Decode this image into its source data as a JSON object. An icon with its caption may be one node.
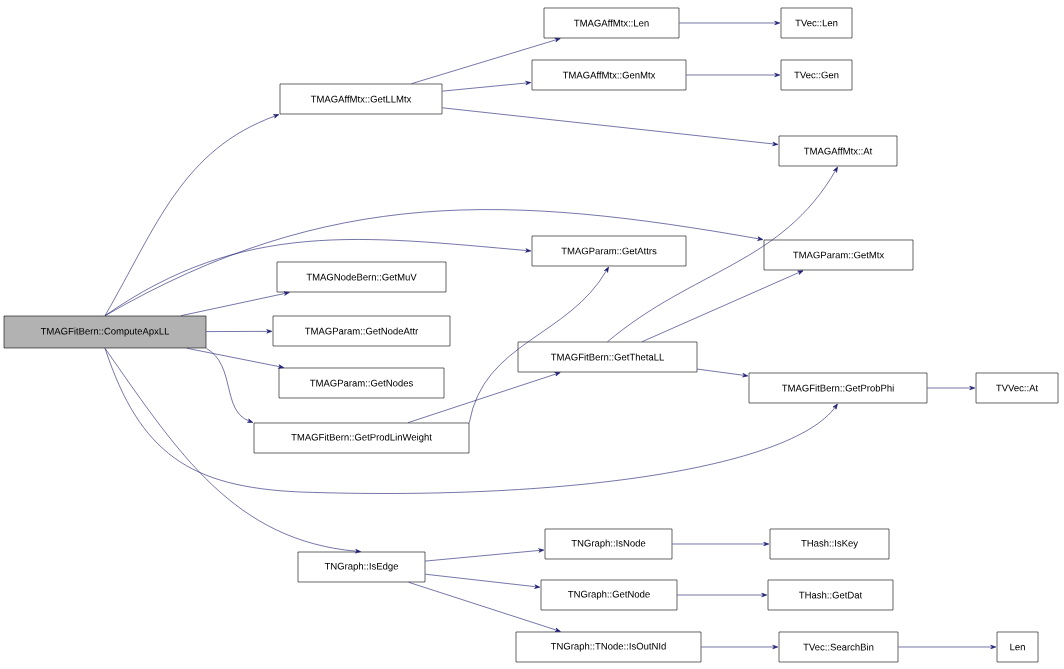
{
  "diagram": {
    "nodes": [
      {
        "text": [
          "TMAGFitBern::ComputeApxLL"
        ]
      },
      {
        "text": [
          "TMAGAffMtx::GetLLMtx"
        ]
      },
      {
        "text": [
          "TMAGAffMtx::Len"
        ]
      },
      {
        "text": [
          "TVec::Len"
        ]
      },
      {
        "text": [
          "TMAGAffMtx::GenMtx"
        ]
      },
      {
        "text": [
          "TVec::Gen"
        ]
      },
      {
        "text": [
          "TMAGAffMtx::At"
        ]
      },
      {
        "text": [
          "TMAGParam::GetAttrs"
        ]
      },
      {
        "text": [
          "TMAGParam::GetMtx"
        ]
      },
      {
        "text": [
          "TMAGNodeBern::GetMuV"
        ]
      },
      {
        "text": [
          "TMAGParam::GetNodeAttr"
        ]
      },
      {
        "text": [
          "TMAGParam::GetNodes"
        ]
      },
      {
        "text": [
          "TMAGFitBern::GetThetaLL"
        ]
      },
      {
        "text": [
          "TMAGFitBern::GetProbPhi"
        ]
      },
      {
        "text": [
          "TVVec::At"
        ]
      },
      {
        "text": [
          "TMAGFitBern::GetProdLinWeight"
        ]
      },
      {
        "text": [
          "TNGraph::IsEdge"
        ]
      },
      {
        "text": [
          "TNGraph::IsNode"
        ]
      },
      {
        "text": [
          "THash::IsKey"
        ]
      },
      {
        "text": [
          "TNGraph::GetNode"
        ]
      },
      {
        "text": [
          "THash::GetDat"
        ]
      },
      {
        "text": [
          "TNGraph::TNode::IsOutNId"
        ]
      },
      {
        "text": [
          "TVec::SearchBin"
        ]
      },
      {
        "text": [
          "Len"
        ]
      }
    ],
    "edges": [
      {
        "from": 0,
        "to": 1,
        "arrow": "to"
      },
      {
        "from": 0,
        "to": 7,
        "arrow": "to"
      },
      {
        "from": 0,
        "to": 8,
        "arrow": "to"
      },
      {
        "from": 0,
        "to": 9,
        "arrow": "to"
      },
      {
        "from": 0,
        "to": 10,
        "arrow": "to"
      },
      {
        "from": 0,
        "to": 11,
        "arrow": "to"
      },
      {
        "from": 0,
        "to": 15,
        "arrow": "to"
      },
      {
        "from": 0,
        "to": 13,
        "arrow": "to"
      },
      {
        "from": 0,
        "to": 16,
        "arrow": "to"
      },
      {
        "from": 1,
        "to": 2,
        "arrow": "to"
      },
      {
        "from": 1,
        "to": 4,
        "arrow": "to"
      },
      {
        "from": 1,
        "to": 6,
        "arrow": "to"
      },
      {
        "from": 2,
        "to": 3,
        "arrow": "to"
      },
      {
        "from": 4,
        "to": 5,
        "arrow": "to"
      },
      {
        "from": 15,
        "to": 7,
        "arrow": "to"
      },
      {
        "from": 15,
        "to": 12,
        "arrow": "to"
      },
      {
        "from": 12,
        "to": 6,
        "arrow": "to"
      },
      {
        "from": 12,
        "to": 8,
        "arrow": "to"
      },
      {
        "from": 12,
        "to": 13,
        "arrow": "to"
      },
      {
        "from": 13,
        "to": 14,
        "arrow": "to"
      },
      {
        "from": 16,
        "to": 17,
        "arrow": "to"
      },
      {
        "from": 16,
        "to": 19,
        "arrow": "to"
      },
      {
        "from": 16,
        "to": 21,
        "arrow": "to"
      },
      {
        "from": 17,
        "to": 18,
        "arrow": "to"
      },
      {
        "from": 19,
        "to": 20,
        "arrow": "to"
      },
      {
        "from": 21,
        "to": 22,
        "arrow": "to"
      },
      {
        "from": 22,
        "to": 23,
        "arrow": "to"
      }
    ]
  }
}
